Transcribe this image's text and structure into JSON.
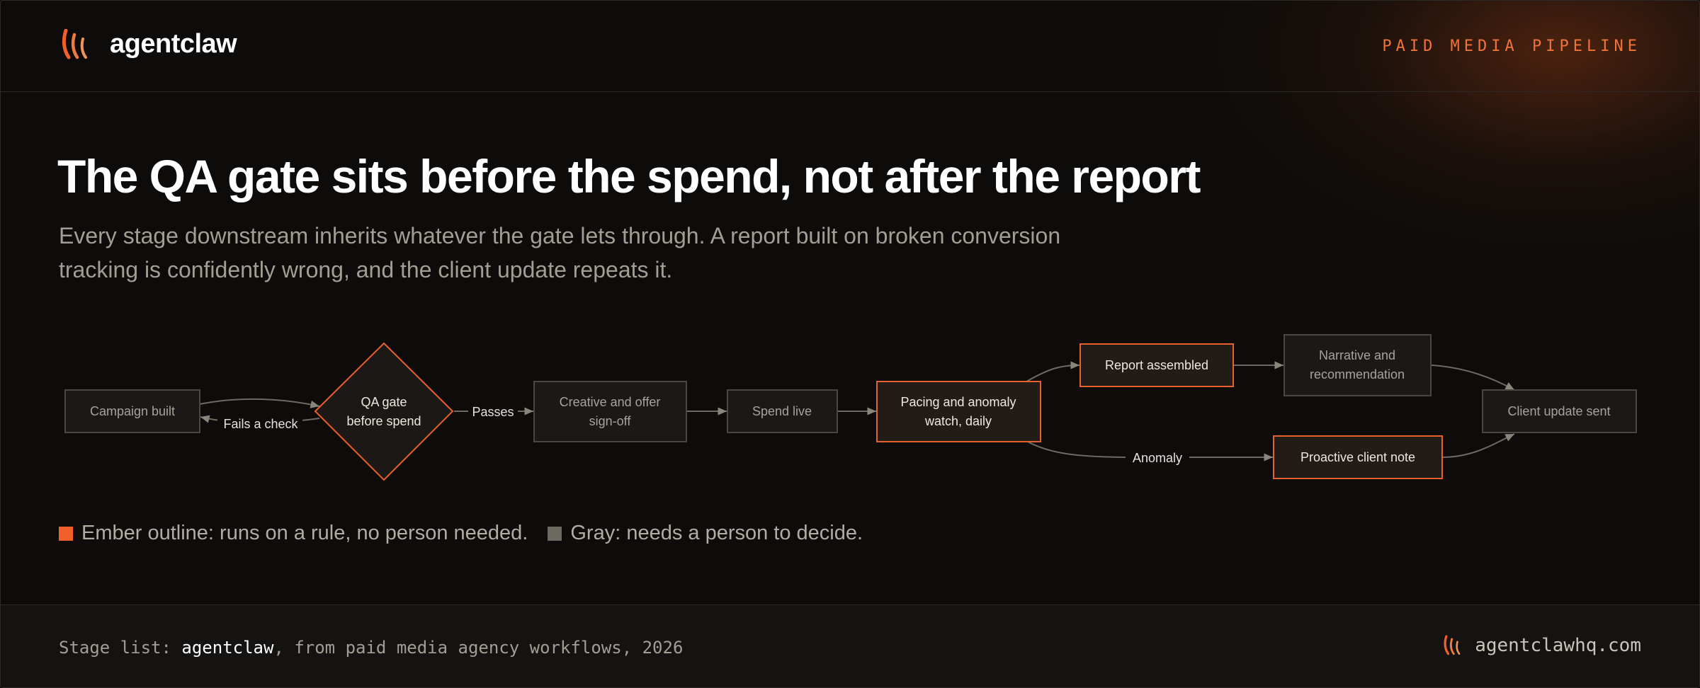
{
  "header": {
    "brand": "agentclaw",
    "logo_icon": "claw-mark-icon",
    "section_label": "PAID MEDIA PIPELINE"
  },
  "title": "The QA gate sits before the spend, not after the report",
  "subtitle": "Every stage downstream inherits whatever the gate lets through. A report built on broken conversion tracking is confidently wrong, and the client update repeats it.",
  "diagram": {
    "nodes": {
      "campaign_built": "Campaign built",
      "qa_gate_line1": "QA gate",
      "qa_gate_line2": "before spend",
      "creative_line1": "Creative and offer",
      "creative_line2": "sign-off",
      "spend_live": "Spend live",
      "pacing_line1": "Pacing and anomaly",
      "pacing_line2": "watch, daily",
      "report_assembled": "Report assembled",
      "narrative_line1": "Narrative and",
      "narrative_line2": "recommendation",
      "proactive_note": "Proactive client note",
      "client_update": "Client update sent"
    },
    "edges": {
      "fails_check": "Fails a check",
      "passes": "Passes",
      "anomaly": "Anomaly"
    },
    "colors": {
      "rule_outline": "#e8602c",
      "person_outline": "#4a4741",
      "node_fill": "#1c1a18",
      "ember_fill": "#221c18"
    }
  },
  "legend": {
    "ember": "Ember outline: runs on a rule, no person needed.",
    "gray": "Gray: needs a person to decide."
  },
  "footer": {
    "credit_prefix": "Stage list: ",
    "credit_brand": "agentclaw",
    "credit_suffix": ", from paid media agency workflows, 2026",
    "site": "agentclawhq.com"
  }
}
